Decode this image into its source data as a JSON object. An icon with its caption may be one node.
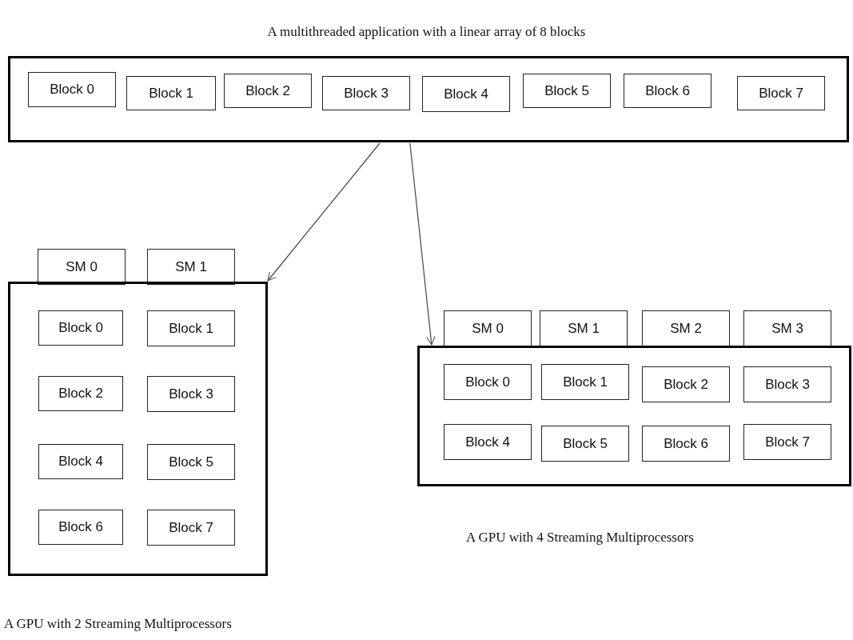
{
  "diagram": {
    "title": "A multithreaded application with a linear array of 8 blocks",
    "nodes": [
      {
        "text": [],
        "shape": "box"
      },
      {
        "text": [
          "Block 0"
        ],
        "in": 0
      },
      {
        "text": [
          "Block 1"
        ],
        "in": 0
      },
      {
        "text": [
          "Block 2"
        ],
        "in": 0
      },
      {
        "text": [
          "Block 3"
        ],
        "in": 0
      },
      {
        "text": [
          "Block 4"
        ],
        "in": 0
      },
      {
        "text": [
          "Block 5"
        ],
        "in": 0
      },
      {
        "text": [
          "Block 6"
        ],
        "in": 0
      },
      {
        "text": [
          "Block 7"
        ],
        "in": 0
      },
      {
        "text": [
          "SM  0"
        ]
      },
      {
        "text": [
          "SM 1"
        ]
      },
      {
        "text": [],
        "shape": "box",
        "beside": [
          "A GPU with 2 Streaming Multiprocessors"
        ]
      },
      {
        "text": [
          "Block 0"
        ],
        "in": 11
      },
      {
        "text": [
          "Block 1"
        ],
        "in": 11
      },
      {
        "text": [
          "Block 2"
        ],
        "in": 11
      },
      {
        "text": [
          "Block 3"
        ],
        "in": 11
      },
      {
        "text": [
          "Block 4"
        ],
        "in": 11
      },
      {
        "text": [
          "Block 5"
        ],
        "in": 11
      },
      {
        "text": [
          "Block 6"
        ],
        "in": 11
      },
      {
        "text": [
          "Block 7"
        ],
        "in": 11
      },
      {
        "text": [
          "SM 0"
        ]
      },
      {
        "text": [
          "SM 1"
        ]
      },
      {
        "text": [
          "SM 2"
        ]
      },
      {
        "text": [
          "SM 3"
        ]
      },
      {
        "text": [],
        "shape": "box",
        "beside": [
          "A GPU with 4 Streaming Multiprocessors"
        ]
      },
      {
        "text": [
          "Block 0"
        ],
        "in": 24
      },
      {
        "text": [
          "Block 1"
        ],
        "in": 24
      },
      {
        "text": [
          "Block 2"
        ],
        "in": 24
      },
      {
        "text": [
          "Block 3"
        ],
        "in": 24
      },
      {
        "text": [
          "Block 4"
        ],
        "in": 24
      },
      {
        "text": [
          "Block 5"
        ],
        "in": 24
      },
      {
        "text": [
          "Block 6"
        ],
        "in": 24
      },
      {
        "text": [
          "Block 7"
        ],
        "in": 24
      }
    ],
    "edges": [
      {
        "from": 0,
        "to": 11,
        "arrow": "to"
      },
      {
        "from": 0,
        "to": 24,
        "arrow": "to"
      }
    ]
  }
}
